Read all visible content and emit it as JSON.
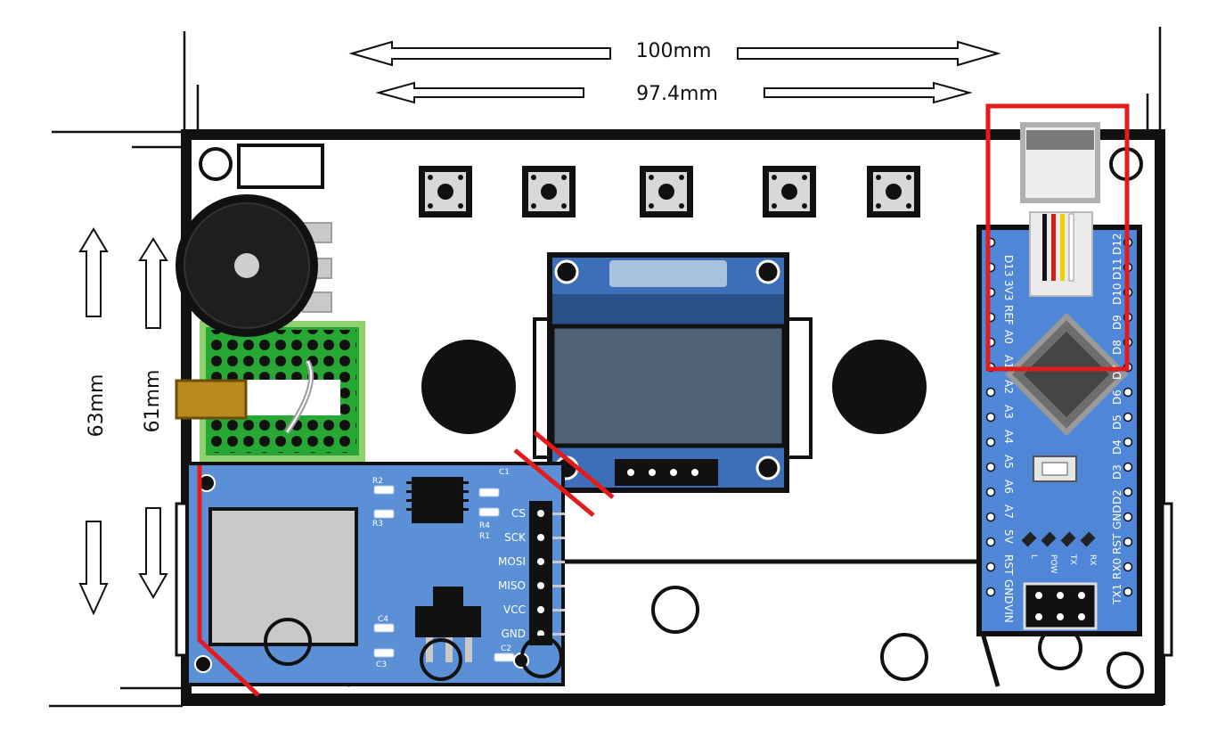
{
  "dimensions": {
    "width_outer": "100mm",
    "width_inner": "97.4mm",
    "height_outer": "63mm",
    "height_inner": "61mm"
  },
  "rfid_module": {
    "pins": [
      "CS",
      "SCK",
      "MOSI",
      "MISO",
      "VCC",
      "GND"
    ],
    "components": [
      "R2",
      "R3",
      "R4",
      "R1",
      "C1",
      "C2",
      "C3",
      "C4"
    ]
  },
  "arduino_nano": {
    "left_pins": [
      "D13",
      "3V3",
      "REF",
      "A0",
      "A1",
      "A2",
      "A3",
      "A4",
      "A5",
      "A6",
      "A7",
      "5V",
      "RST",
      "GND",
      "VIN"
    ],
    "right_pins": [
      "D12",
      "D11",
      "D10",
      "D9",
      "D8",
      "D7",
      "D6",
      "D5",
      "D4",
      "D3",
      "D2",
      "GND",
      "RST",
      "RX0",
      "TX1"
    ],
    "leds": [
      "L",
      "POW",
      "TX",
      "RX"
    ]
  },
  "colors": {
    "board_blue": "#5b8fd6",
    "highlight_red": "#e41b1b",
    "pcb_green": "#27a834",
    "oled_screen": "#4f6278"
  }
}
